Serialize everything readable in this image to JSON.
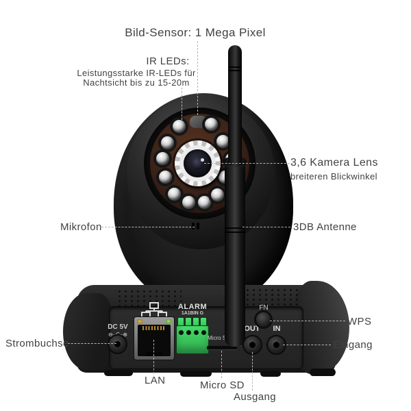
{
  "figure": {
    "kind": "annotated-product-diagram",
    "subject": "IP Kamera (Rückansicht / Frontkopf) mit Beschriftungen",
    "background_color": "#ffffff",
    "callout_line_color": "#b5b5b5",
    "annotation_text_color": "#414141"
  },
  "annotations": {
    "bild_sensor": "Bild-Sensor: 1 Mega Pixel",
    "ir_leds_title": "IR LEDs:",
    "ir_leds_line1": "Leistungsstarke IR-LEDs für",
    "ir_leds_line2": "Nachtsicht bis zu 15-20m",
    "kamera_lens_title": "3,6 Kamera Lens",
    "kamera_lens_sub": "breiteren Blickwinkel",
    "mikrofon": "Mikrofon",
    "antenne": "3DB Antenne",
    "wps": "WPS",
    "eingang": "Eingang",
    "strombuchse": "Strombuchse",
    "lan": "LAN",
    "micro_sd": "Micro SD",
    "ausgang": "Ausgang"
  },
  "device_labels": {
    "dc": "DC 5V",
    "dc_polarity_icon": "⊖–C–⊕",
    "alarm": "ALARM",
    "alarm_pins": "1A1BIN G",
    "micro_sd": "Micro SD",
    "out": "OUT",
    "in": "IN",
    "fn": "FN"
  },
  "colors": {
    "camera_body": "#1c1c1c",
    "face_plate": "#3a2218",
    "ir_led_silver": "#d8d8d8",
    "terminal_block_green": "#3ed463",
    "eth_led_amber": "#c79a2e",
    "eth_led_green": "#7fd24a",
    "device_label_text": "#cfcfcf"
  }
}
